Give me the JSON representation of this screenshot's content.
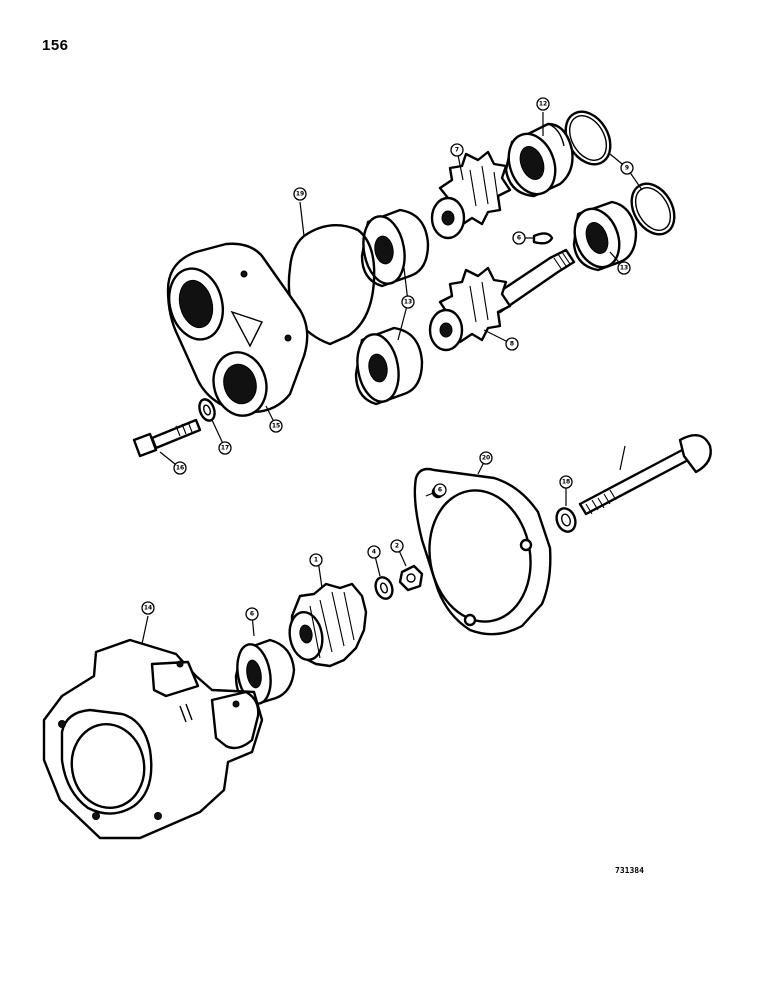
{
  "page_number": "156",
  "figure_code": "731384",
  "callouts": [
    "1",
    "2",
    "4",
    "6",
    "6",
    "6",
    "7",
    "8",
    "9",
    "12",
    "13",
    "13",
    "14",
    "15",
    "16",
    "17",
    "18",
    "19",
    "20"
  ]
}
